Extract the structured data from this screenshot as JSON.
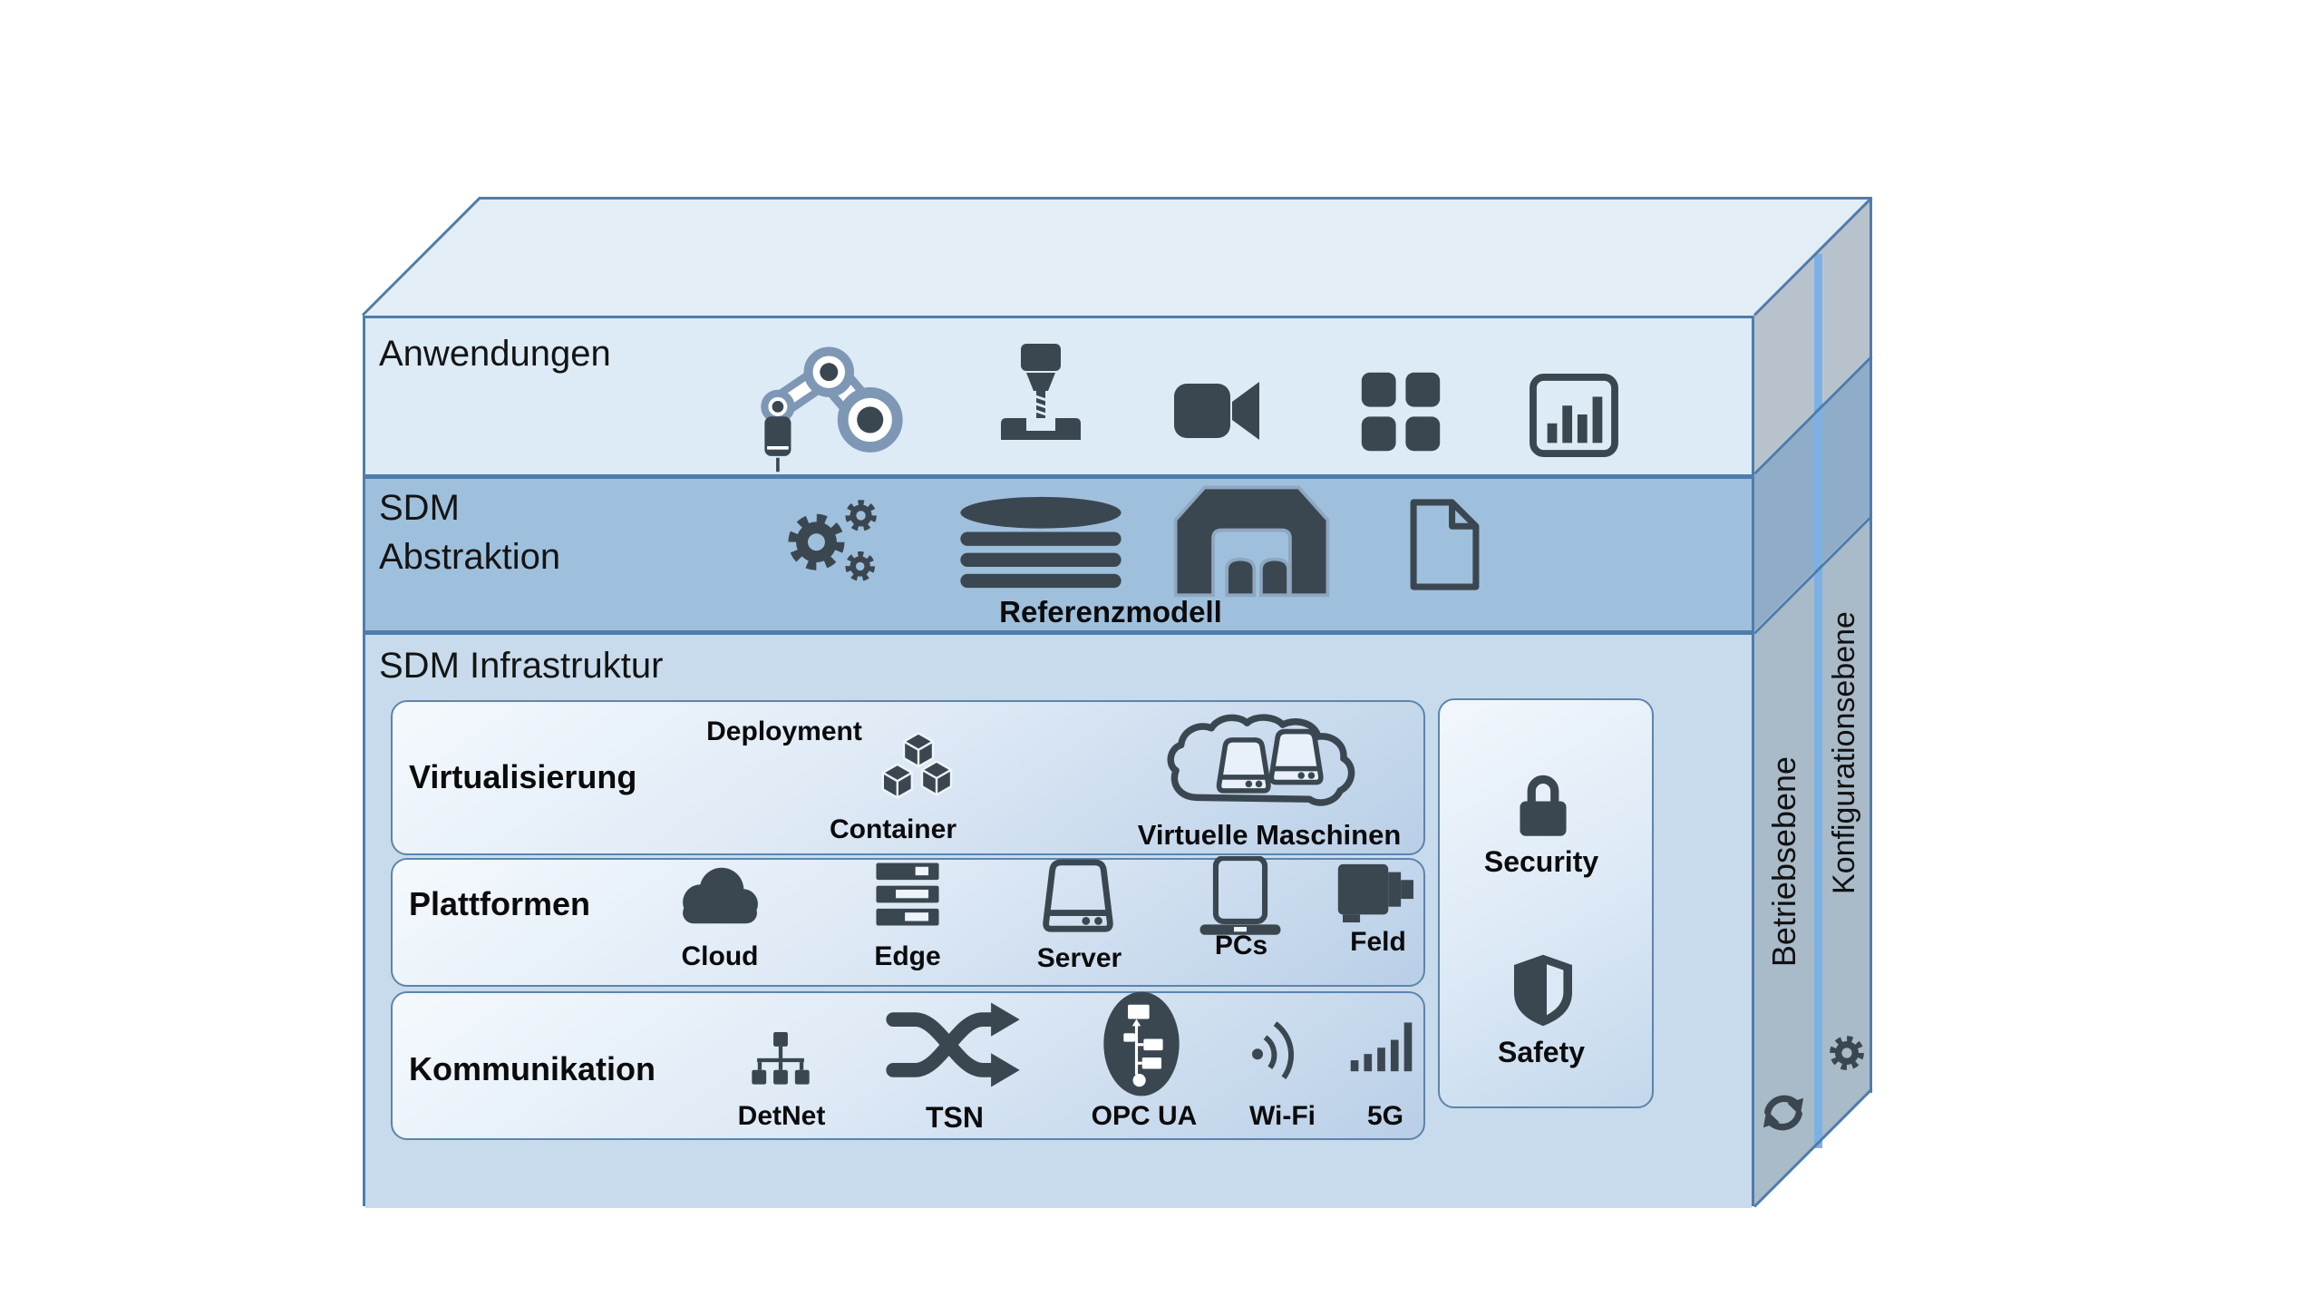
{
  "diagram": {
    "layers": {
      "anwendungen": {
        "title": "Anwendungen",
        "icons": [
          "robot-arm-icon",
          "cnc-mill-icon",
          "video-camera-icon",
          "apps-grid-icon",
          "bar-chart-icon"
        ]
      },
      "sdm_abstraktion": {
        "title_line1": "SDM",
        "title_line2": "Abstraktion",
        "caption": "Referenzmodell",
        "icons": [
          "gears-icon",
          "database-icon",
          "machine-portal-icon",
          "document-icon"
        ]
      },
      "sdm_infrastruktur": {
        "title": "SDM Infrastruktur",
        "rows": [
          {
            "label": "Virtualisierung",
            "caption_top": "Deployment",
            "caption_bottom": "Container",
            "caption_vm": "Virtuelle Maschinen",
            "icons": [
              "containers-cubes-icon",
              "cloud-vm-icon"
            ]
          },
          {
            "label": "Plattformen",
            "items": [
              "Cloud",
              "Edge",
              "Server",
              "PCs",
              "Feld"
            ],
            "icons": [
              "cloud-icon",
              "edge-rack-icon",
              "server-icon",
              "pcs-icon",
              "feld-device-icon"
            ]
          },
          {
            "label": "Kommunikation",
            "items": [
              "DetNet",
              "TSN",
              "OPC UA",
              "Wi-Fi",
              "5G"
            ],
            "icons": [
              "detnet-icon",
              "tsn-shuffle-icon",
              "opc-ua-icon",
              "wifi-icon",
              "5g-icon"
            ]
          }
        ],
        "cross_panel": {
          "security_label": "Security",
          "safety_label": "Safety",
          "icons": [
            "lock-icon",
            "shield-icon"
          ]
        }
      }
    },
    "side_bars": {
      "front": "Betriebsebene",
      "back": "Konfigurationsebene",
      "icons": [
        "sync-icon",
        "gear-icon"
      ]
    },
    "colors": {
      "layer_anwendungen": "#dcebf6",
      "layer_abstraktion": "#9fc0dd",
      "layer_infrastruktur": "#c7dbec",
      "top_face": "#e3edf6",
      "side_anwendungen": "#b8c2cd",
      "side_abstraktion": "#8fadc9",
      "side_infrastruktur": "#a9bac8",
      "divider_stripe": "#7db1e5",
      "outline": "#4f7dab",
      "icon_dark": "#3b4750",
      "robot_outline": "#7e97b5"
    }
  }
}
